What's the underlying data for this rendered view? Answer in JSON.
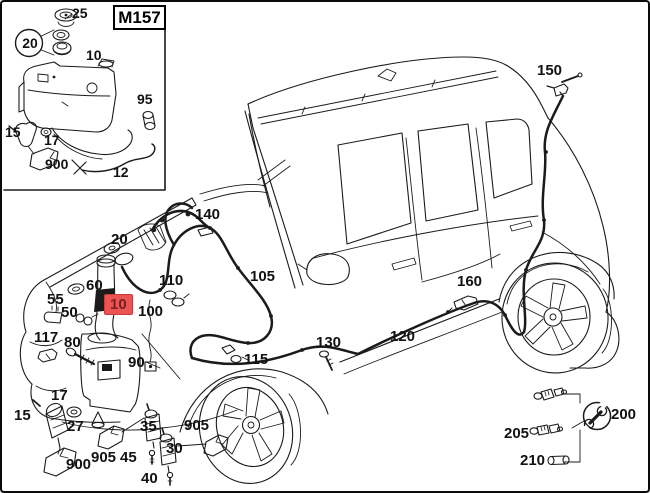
{
  "diagram": {
    "code": "M157",
    "highlight": {
      "part_no": "10",
      "background": "#ea5455",
      "text_color": "#7a1f1f"
    }
  },
  "callouts": [
    {
      "no": "25"
    },
    {
      "no": "20"
    },
    {
      "no": "10"
    },
    {
      "no": "95"
    },
    {
      "no": "15"
    },
    {
      "no": "17"
    },
    {
      "no": "900"
    },
    {
      "no": "12"
    },
    {
      "no": "150"
    },
    {
      "no": "140"
    },
    {
      "no": "20"
    },
    {
      "no": "60"
    },
    {
      "no": "110"
    },
    {
      "no": "105"
    },
    {
      "no": "55"
    },
    {
      "no": "50"
    },
    {
      "no": "10"
    },
    {
      "no": "100"
    },
    {
      "no": "117"
    },
    {
      "no": "80"
    },
    {
      "no": "90"
    },
    {
      "no": "115"
    },
    {
      "no": "130"
    },
    {
      "no": "120"
    },
    {
      "no": "160"
    },
    {
      "no": "17"
    },
    {
      "no": "15"
    },
    {
      "no": "27"
    },
    {
      "no": "900"
    },
    {
      "no": "905"
    },
    {
      "no": "45"
    },
    {
      "no": "35"
    },
    {
      "no": "30"
    },
    {
      "no": "40"
    },
    {
      "no": "905"
    },
    {
      "no": "205"
    },
    {
      "no": "210"
    },
    {
      "no": "200"
    }
  ]
}
